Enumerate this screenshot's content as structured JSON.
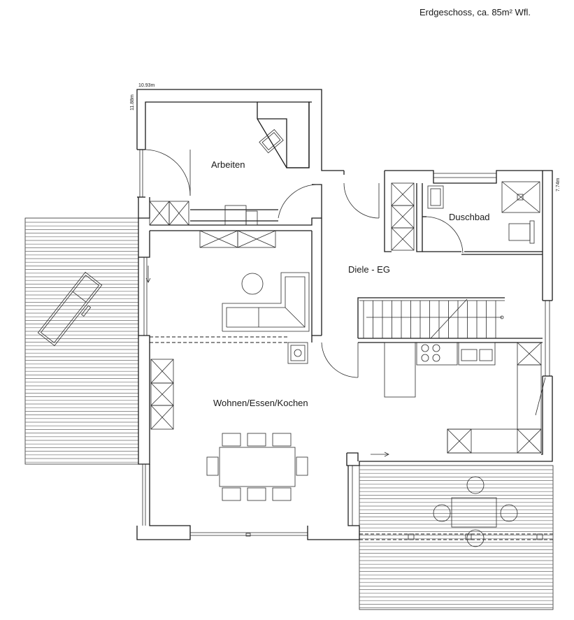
{
  "header": {
    "title": "Erdgeschoss, ca. 85m² Wfl."
  },
  "dimensions": {
    "width": "10.93m",
    "depth": "11.88m",
    "side": "7.74m"
  },
  "rooms": {
    "arbeiten": "Arbeiten",
    "duschbad": "Duschbad",
    "diele": "Diele - EG",
    "wohnen": "Wohnen/Essen/Kochen"
  }
}
